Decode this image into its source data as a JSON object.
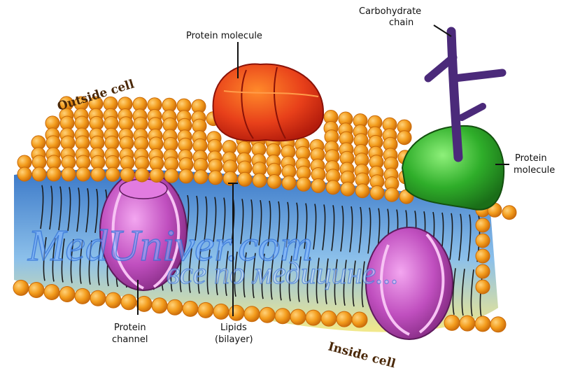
{
  "labels": {
    "carbohydrate_line1": "Carbohydrate",
    "carbohydrate_line2": "chain",
    "protein_top": "Protein molecule",
    "protein_right_line1": "Protein",
    "protein_right_line2": "molecule",
    "outside": "Outside cell",
    "inside": "Inside cell",
    "channel_line1": "Protein",
    "channel_line2": "channel",
    "lipids_line1": "Lipids",
    "lipids_line2": "(bilayer)"
  },
  "watermark": {
    "main": "MedUniver.com",
    "sub": "все по медицине..."
  },
  "colors": {
    "lipid_head": "#f39c1c",
    "lipid_head_shade": "#c96a0a",
    "bilayer_core": "#7fb3e0",
    "bilayer_yellow": "#f3e98a",
    "protein_red": "#e8401a",
    "protein_green": "#2fae2a",
    "protein_purple": "#c04fbf",
    "carbohydrate": "#4b2a7a"
  }
}
